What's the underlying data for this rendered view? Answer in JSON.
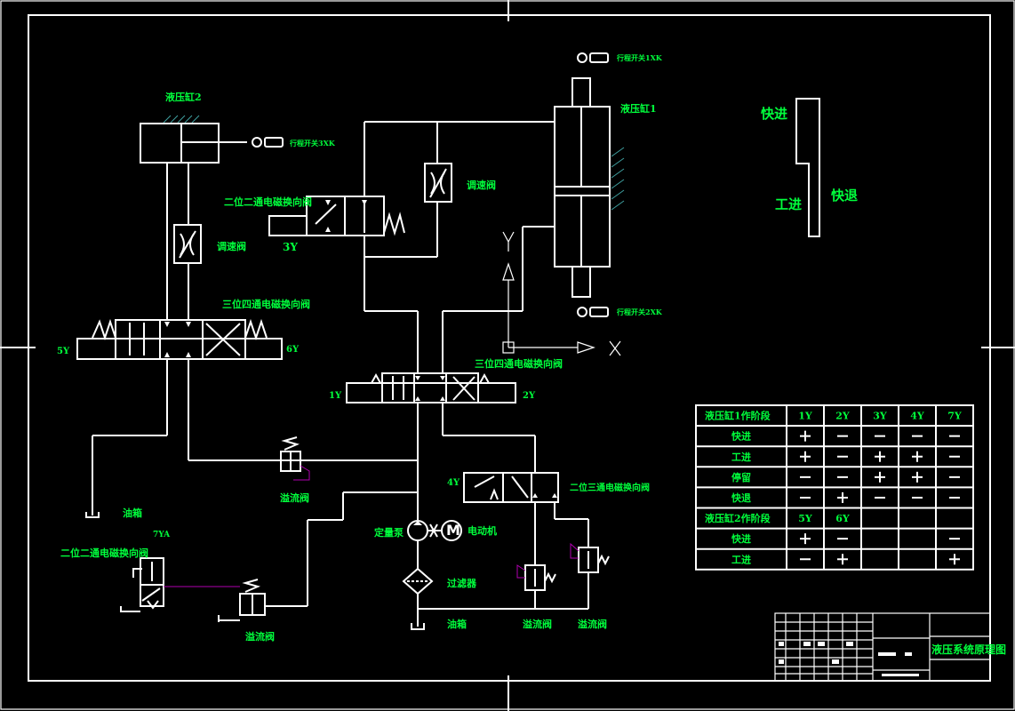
{
  "colors": {
    "background": "#000000",
    "lines": "#ffffff",
    "labels": "#00ff3c",
    "accent": "#b000b0"
  },
  "labels": {
    "cyl2": "液压缸2",
    "limit_sw_left": "行程开关3XK",
    "sol_2way_top": "二位二通电磁换向阀",
    "sol_3y": "3Y",
    "flow_valve_top": "调速阀",
    "flow_valve_left": "调速阀",
    "sol_3pos_left": "三位四通电磁换向阀",
    "sol_5y": "5Y",
    "sol_6y": "6Y",
    "tank_left": "油箱",
    "cyl1": "液压缸1",
    "limit_sw_top": "行程开关1XK",
    "limit_sw_bottom": "行程开关2XK",
    "sol_3pos_center": "三位四通电磁换向阀",
    "sol_1y": "1Y",
    "sol_2y": "2Y",
    "relief_mid": "溢流阀",
    "sol_4y": "4Y",
    "sol_2way_3pos": "二位三通电磁换向阀",
    "pump": "定量泵",
    "motor": "电动机",
    "filter": "过滤器",
    "tank_bottom": "油箱",
    "relief_b1": "溢流阀",
    "relief_b2": "溢流阀",
    "relief_left": "溢流阀",
    "sol_7ya": "7YA",
    "sol_2way_left": "二位二通电磁换向阀",
    "cycle_fast_in": "快进",
    "cycle_work_in": "工进",
    "cycle_fast_out": "快退",
    "title_block_title": "液压系统原理图"
  },
  "action_table": {
    "header1": [
      "液压缸1作阶段",
      "1Y",
      "2Y",
      "3Y",
      "4Y",
      "7Y"
    ],
    "rows1": [
      [
        "快进",
        "+",
        "−",
        "−",
        "−",
        "−"
      ],
      [
        "工进",
        "+",
        "−",
        "+",
        "+",
        "−"
      ],
      [
        "停留",
        "−",
        "−",
        "+",
        "+",
        "−"
      ],
      [
        "快退",
        "−",
        "+",
        "−",
        "−",
        "−"
      ]
    ],
    "header2": [
      "液压缸2作阶段",
      "5Y",
      "6Y",
      "",
      "",
      ""
    ],
    "rows2": [
      [
        "快进",
        "+",
        "−",
        "",
        "",
        "−"
      ],
      [
        "工进",
        "−",
        "+",
        "",
        "",
        "+"
      ]
    ]
  }
}
